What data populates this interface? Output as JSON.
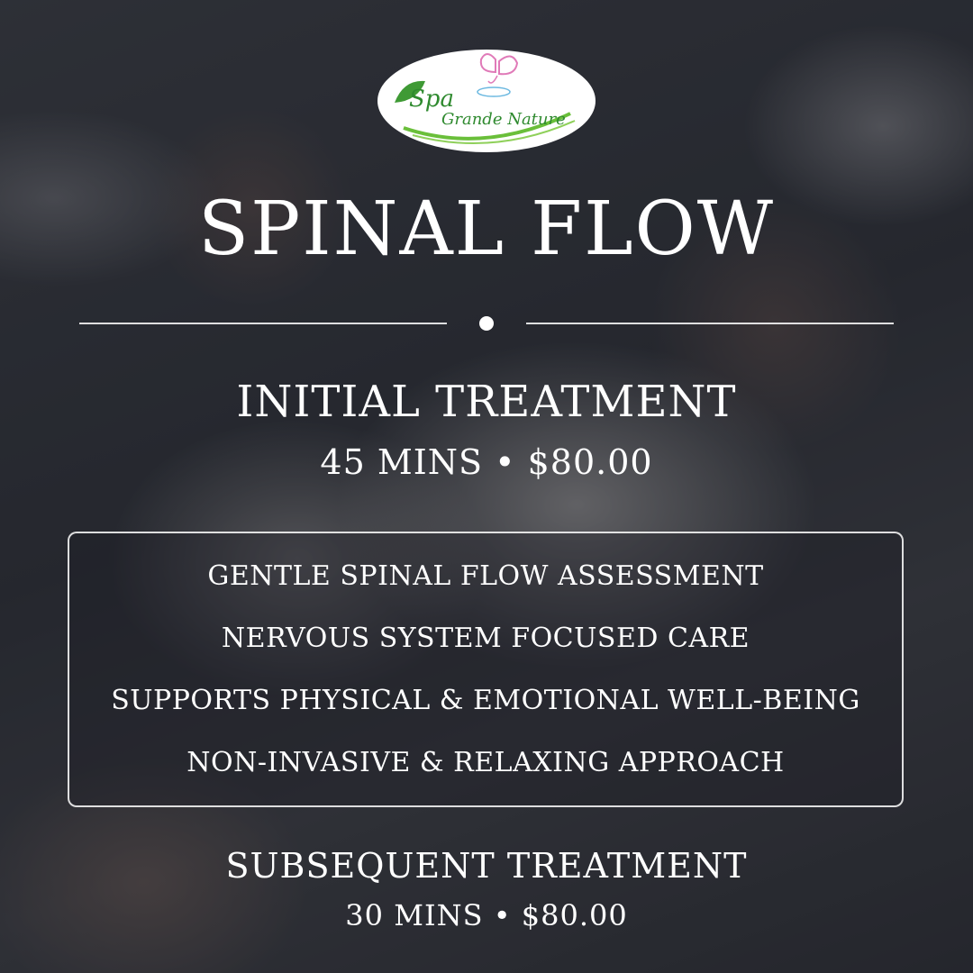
{
  "logo": {
    "line1": "Spa",
    "line2": "Grande Nature",
    "colors": {
      "green": "#6abf3a",
      "pink": "#e07ab8",
      "text": "#2f8a2f"
    }
  },
  "title": "SPINAL FLOW",
  "initial": {
    "title": "INITIAL TREATMENT",
    "meta": "45 MINS • $80.00"
  },
  "benefits": [
    "GENTLE SPINAL FLOW ASSESSMENT",
    "NERVOUS SYSTEM FOCUSED CARE",
    "SUPPORTS PHYSICAL & EMOTIONAL WELL-BEING",
    "NON-INVASIVE & RELAXING APPROACH"
  ],
  "subsequent": {
    "title": "SUBSEQUENT TREATMENT",
    "meta": "30 MINS • $80.00"
  },
  "colors": {
    "text": "#ffffff",
    "background": "#2b2f36"
  }
}
